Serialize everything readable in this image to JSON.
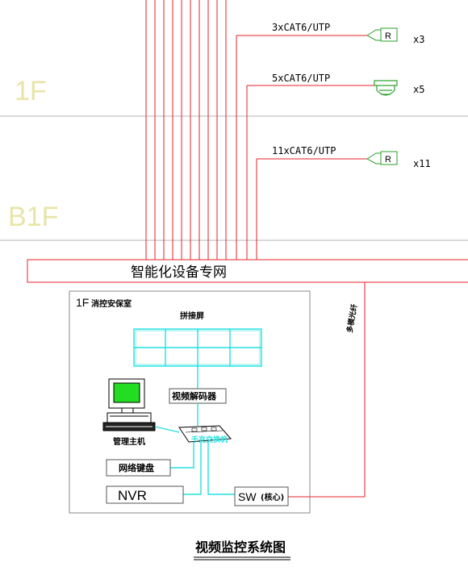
{
  "floors": {
    "upper": "1F",
    "basement": "B1F"
  },
  "cameras": [
    {
      "cable": "3xCAT6/UTP",
      "count": "x3",
      "icon": "bullet-camera-icon",
      "letter": "R"
    },
    {
      "cable": "5xCAT6/UTP",
      "count": "x5",
      "icon": "dome-camera-icon",
      "letter": ""
    },
    {
      "cable": "11xCAT6/UTP",
      "count": "x11",
      "icon": "bullet-camera-icon",
      "letter": "R"
    }
  ],
  "network": {
    "label": "智能化设备专网",
    "fiber_label": "多模光纤"
  },
  "control_room": {
    "floor": "1F",
    "name": "消控安保室",
    "video_wall": "拼接屏",
    "decoder": "视频解码器",
    "host": "管理主机",
    "switch_label": "千兆交换机",
    "keyboard": "网络键盘",
    "nvr": "NVR",
    "core_switch": "SW",
    "core_switch_note": "(核心)"
  },
  "title": "视频监控系统图",
  "colors": {
    "cable": "#e6202a",
    "floor_line": "#b5b5b5",
    "floor_text": "#e9e5a8",
    "cyan": "#22e0e0",
    "camera": "#2aa02a",
    "monitor_screen": "#22dd22"
  }
}
